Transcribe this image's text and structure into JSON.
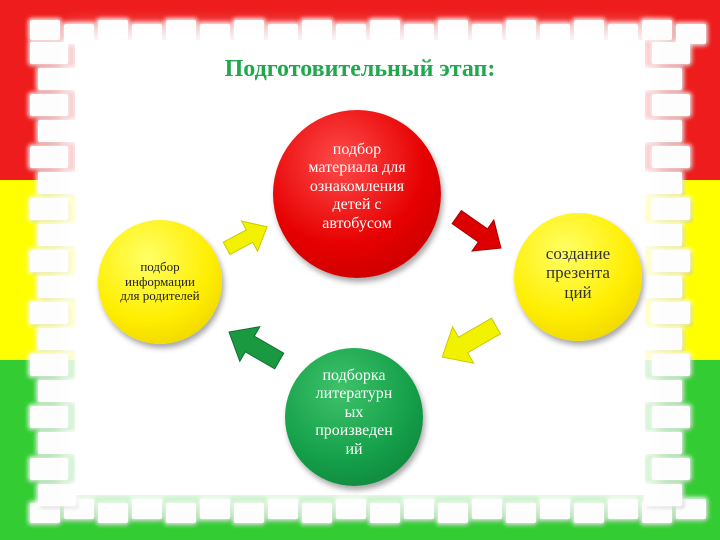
{
  "title": "Подготовительный этап:",
  "nodes": {
    "top": "подбор материала для ознакомления детей с автобусом",
    "right": "создание презента ций",
    "bottom": "подборка литературн ых произведен ий",
    "left": "подбор информации для родителей"
  },
  "colors": {
    "band_red": "#ee1c1c",
    "band_yellow": "#ffff00",
    "band_green": "#33cc33",
    "title": "#21a84f",
    "node_red": "#e60000",
    "node_yellow": "#ffee00",
    "node_green": "#15a04a",
    "arrow_red": "#dd0000",
    "arrow_yellow": "#f2f200",
    "arrow_green": "#1a9940"
  }
}
